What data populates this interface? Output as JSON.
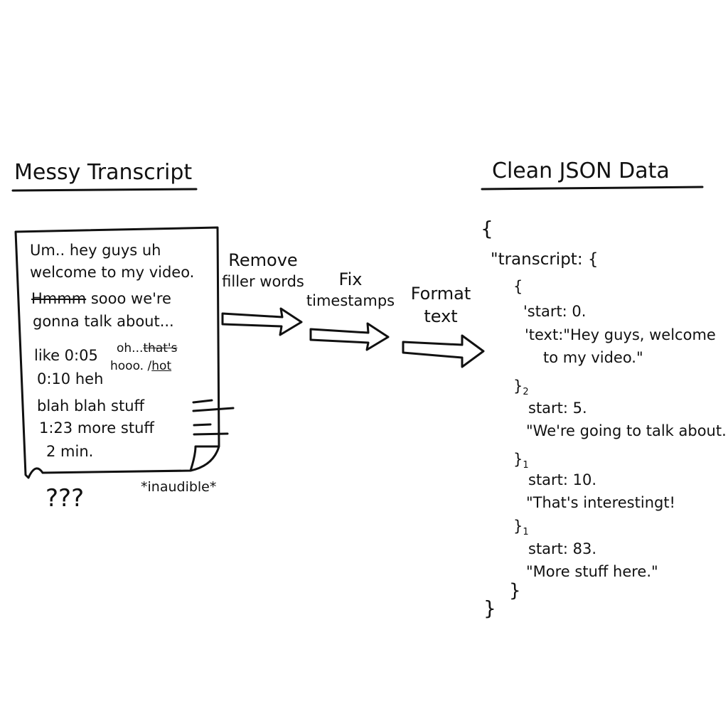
{
  "left_title": "Messy Transcript",
  "right_title": "Clean JSON Data",
  "messy": {
    "lines": [
      "Um.. hey guys uh",
      "welcome to my video.",
      "Hmmm",
      "sooo we're",
      "gonna talk about...",
      "like 0:05",
      "oh...",
      "that's",
      "hooo.",
      "hot",
      "0:10 heh",
      "blah blah stuff",
      "1:23 more stuff",
      "2 min."
    ],
    "question_marks": "???",
    "inaudible": "*inaudible*"
  },
  "steps": [
    {
      "line1": "Remove",
      "line2": "filler words"
    },
    {
      "line1": "Fix",
      "line2": "timestamps"
    },
    {
      "line1": "Format",
      "line2": "text"
    }
  ],
  "json_lines": {
    "open": "{",
    "key": "\"transcript: {",
    "obj_open": "{",
    "start0": "'start: 0.",
    "text0a": "'text:\"Hey guys, welcome",
    "text0b": "to my video.\"",
    "close2": "}",
    "close2_sub": "2",
    "start5": "start: 5.",
    "text5": "\"We're going to talk about...\"",
    "close1a": "}",
    "close1a_sub": "1",
    "start10": "start: 10.",
    "text10": "\"That's interestingt!",
    "close1b": "}",
    "close1b_sub": "1",
    "start83": "start: 83.",
    "text83": "\"More stuff here.\"",
    "inner_close": "}",
    "outer_close": "}"
  }
}
